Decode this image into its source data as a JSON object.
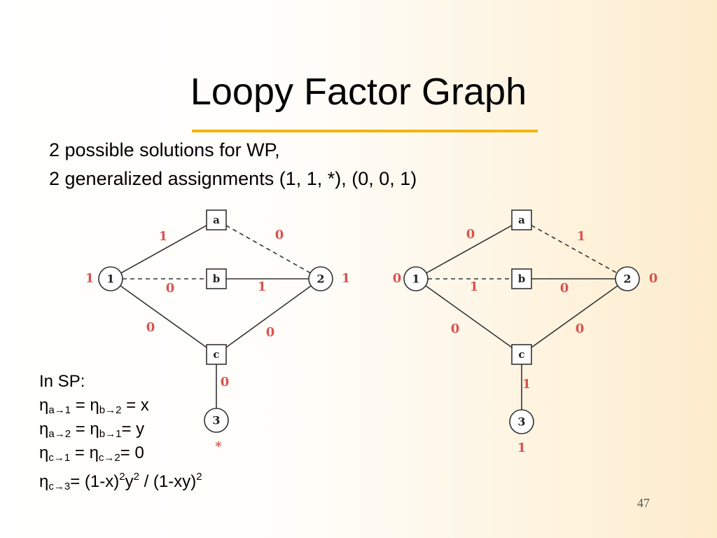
{
  "slide": {
    "title": "Loopy Factor Graph",
    "subtitle_lines": [
      "2 possible solutions for WP,",
      "2 generalized assignments (1, 1, *), (0, 0, 1)"
    ],
    "slide_number": "47",
    "rule_color": "#f5b400"
  },
  "colors": {
    "edge_label": "#d9534f",
    "node_stroke": "#333333",
    "edge_stroke": "#333333"
  },
  "graph_left": {
    "variables": [
      {
        "id": "1",
        "label": "1",
        "value": "1"
      },
      {
        "id": "2",
        "label": "2",
        "value": "1"
      },
      {
        "id": "3",
        "label": "3",
        "value": "*"
      }
    ],
    "factors": [
      {
        "id": "a",
        "label": "a"
      },
      {
        "id": "b",
        "label": "b"
      },
      {
        "id": "c",
        "label": "c"
      }
    ],
    "edges": [
      {
        "from": "1",
        "to": "a",
        "style": "solid",
        "label": "1"
      },
      {
        "from": "a",
        "to": "2",
        "style": "dashed",
        "label": "0"
      },
      {
        "from": "1",
        "to": "b",
        "style": "dashed",
        "label": "0"
      },
      {
        "from": "b",
        "to": "2",
        "style": "solid",
        "label": "1"
      },
      {
        "from": "1",
        "to": "c",
        "style": "solid",
        "label": "0"
      },
      {
        "from": "c",
        "to": "2",
        "style": "solid",
        "label": "0"
      },
      {
        "from": "c",
        "to": "3",
        "style": "solid",
        "label": "0"
      }
    ]
  },
  "graph_right": {
    "variables": [
      {
        "id": "1",
        "label": "1",
        "value": "0"
      },
      {
        "id": "2",
        "label": "2",
        "value": "0"
      },
      {
        "id": "3",
        "label": "3",
        "value": "1"
      }
    ],
    "factors": [
      {
        "id": "a",
        "label": "a"
      },
      {
        "id": "b",
        "label": "b"
      },
      {
        "id": "c",
        "label": "c"
      }
    ],
    "edges": [
      {
        "from": "1",
        "to": "a",
        "style": "solid",
        "label": "0"
      },
      {
        "from": "a",
        "to": "2",
        "style": "dashed",
        "label": "1"
      },
      {
        "from": "1",
        "to": "b",
        "style": "dashed",
        "label": "1"
      },
      {
        "from": "b",
        "to": "2",
        "style": "solid",
        "label": "0"
      },
      {
        "from": "1",
        "to": "c",
        "style": "solid",
        "label": "0"
      },
      {
        "from": "c",
        "to": "2",
        "style": "solid",
        "label": "0"
      },
      {
        "from": "c",
        "to": "3",
        "style": "solid",
        "label": "1"
      }
    ]
  },
  "sp": {
    "heading": "In SP:",
    "eta": "η",
    "arrow": "→",
    "lines": [
      {
        "parts": [
          {
            "from": "a",
            "to": "1"
          },
          {
            "from": "b",
            "to": "2"
          }
        ],
        "rhs": "= x"
      },
      {
        "parts": [
          {
            "from": "a",
            "to": "2"
          },
          {
            "from": "b",
            "to": "1"
          }
        ],
        "rhs": "= y"
      },
      {
        "parts": [
          {
            "from": "c",
            "to": "1"
          },
          {
            "from": "c",
            "to": "2"
          }
        ],
        "rhs": "= 0"
      }
    ],
    "last_line": {
      "from": "c",
      "to": "3",
      "rhs_parts": [
        "= (1-x)",
        "2",
        "y",
        "2",
        " / (1-xy)",
        "2"
      ]
    }
  }
}
